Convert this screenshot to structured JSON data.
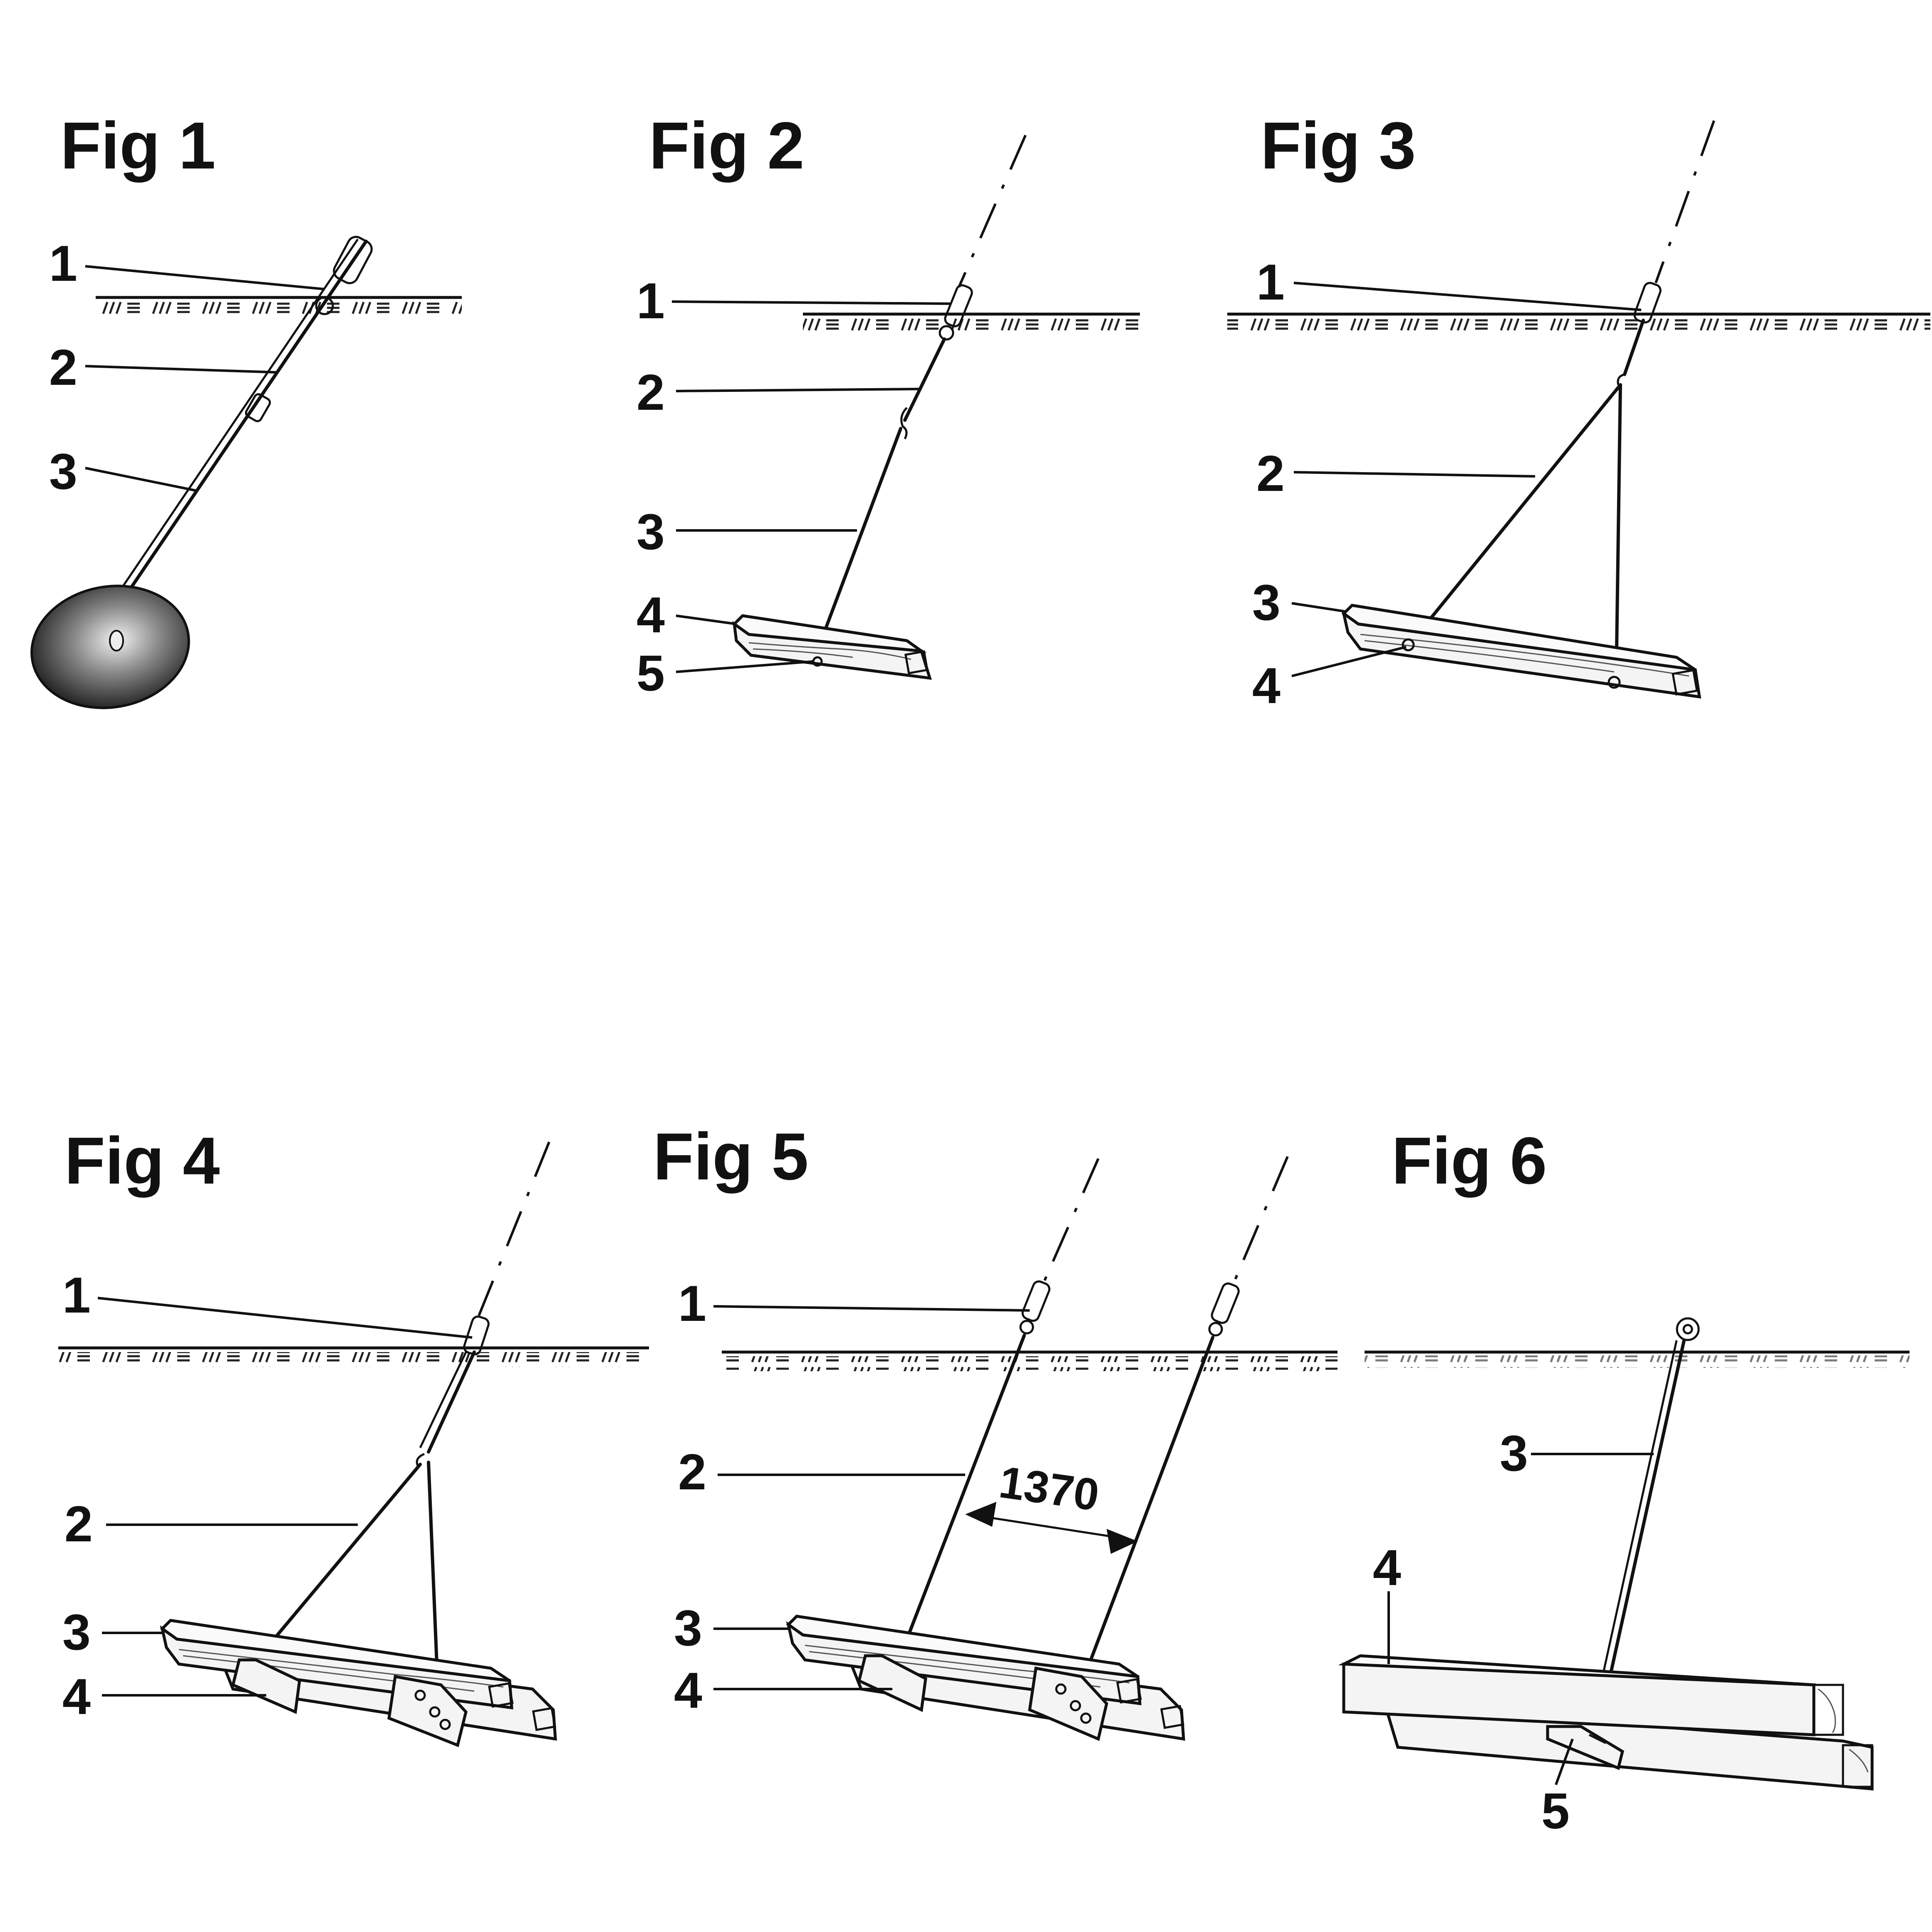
{
  "figures": [
    {
      "title": "Fig 1",
      "callouts": [
        "1",
        "2",
        "3"
      ]
    },
    {
      "title": "Fig 2",
      "callouts": [
        "1",
        "2",
        "3",
        "4",
        "5"
      ]
    },
    {
      "title": "Fig 3",
      "callouts": [
        "1",
        "2",
        "3",
        "4"
      ]
    },
    {
      "title": "Fig 4",
      "callouts": [
        "1",
        "2",
        "3",
        "4"
      ]
    },
    {
      "title": "Fig 5",
      "callouts": [
        "1",
        "2",
        "3",
        "4"
      ],
      "dimension": "1370"
    },
    {
      "title": "Fig 6",
      "callouts": [
        "3",
        "4",
        "5"
      ]
    }
  ]
}
